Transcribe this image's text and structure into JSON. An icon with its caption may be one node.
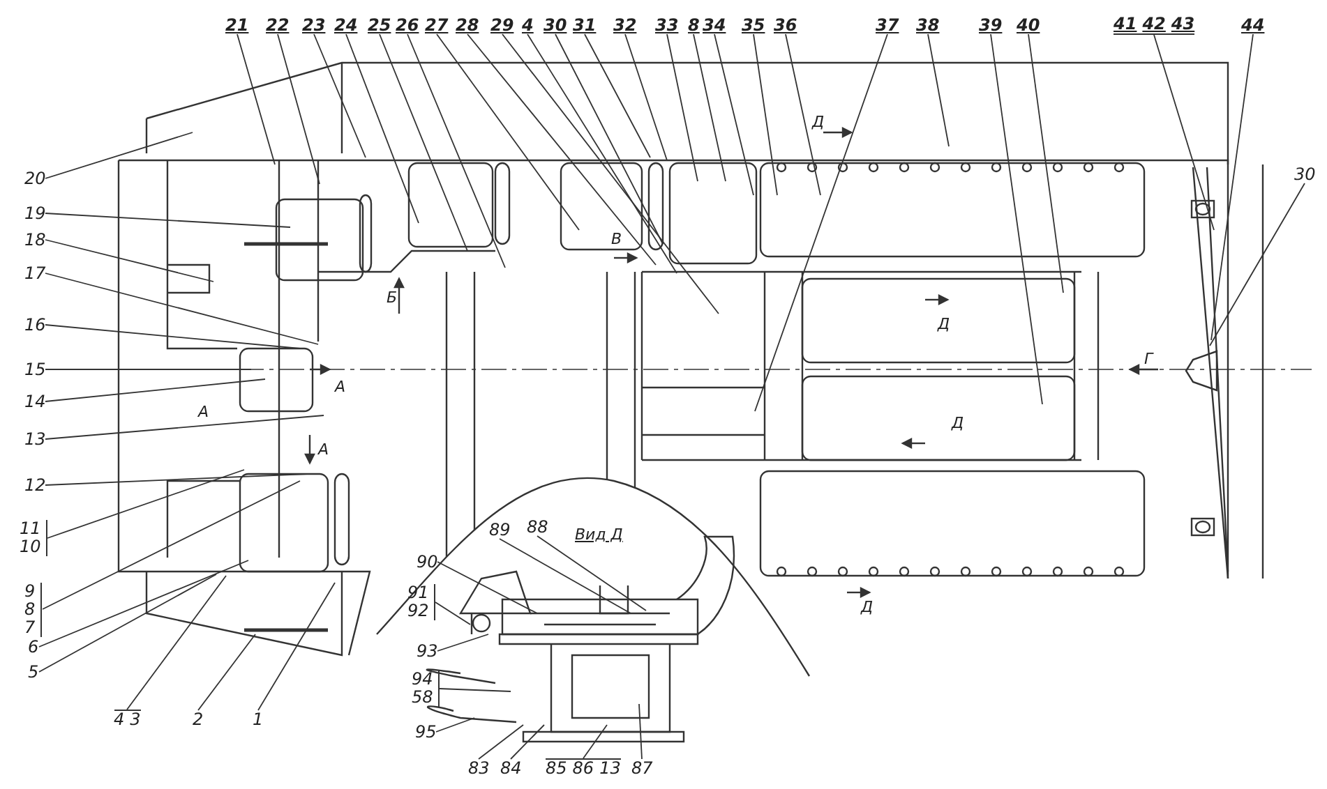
{
  "diagram": {
    "nodes": [
      {
        "text": [
          "21"
        ]
      },
      {
        "text": [
          "22"
        ]
      },
      {
        "text": [
          "23"
        ]
      },
      {
        "text": [
          "24"
        ]
      },
      {
        "text": [
          "25"
        ]
      },
      {
        "text": [
          "26"
        ]
      },
      {
        "text": [
          "27"
        ]
      },
      {
        "text": [
          "28"
        ]
      },
      {
        "text": [
          "29"
        ]
      },
      {
        "text": [
          "4"
        ]
      },
      {
        "text": [
          "30"
        ]
      },
      {
        "text": [
          "31"
        ]
      },
      {
        "text": [
          "32"
        ]
      },
      {
        "text": [
          "33"
        ]
      },
      {
        "text": [
          "8"
        ]
      },
      {
        "text": [
          "34"
        ]
      },
      {
        "text": [
          "35"
        ]
      },
      {
        "text": [
          "36"
        ]
      },
      {
        "text": [
          "37"
        ]
      },
      {
        "text": [
          "38"
        ]
      },
      {
        "text": [
          "39"
        ]
      },
      {
        "text": [
          "40"
        ]
      },
      {
        "text": [
          "41",
          "42",
          "43"
        ]
      },
      {
        "text": [
          "44"
        ]
      },
      {
        "text": [
          "30"
        ]
      },
      {
        "text": [
          "20"
        ]
      },
      {
        "text": [
          "19"
        ]
      },
      {
        "text": [
          "18"
        ]
      },
      {
        "text": [
          "17"
        ]
      },
      {
        "text": [
          "16"
        ]
      },
      {
        "text": [
          "15"
        ]
      },
      {
        "text": [
          "14"
        ]
      },
      {
        "text": [
          "13"
        ]
      },
      {
        "text": [
          "12"
        ]
      },
      {
        "text": [
          "11",
          "10"
        ]
      },
      {
        "text": [
          "9",
          "8",
          "7"
        ]
      },
      {
        "text": [
          "6"
        ]
      },
      {
        "text": [
          "5"
        ]
      },
      {
        "text": [
          "4",
          "3"
        ]
      },
      {
        "text": [
          "2"
        ]
      },
      {
        "text": [
          "1"
        ]
      },
      {
        "text": [
          "89"
        ]
      },
      {
        "text": [
          "88"
        ]
      },
      {
        "text": [
          "90"
        ]
      },
      {
        "text": [
          "91",
          "92"
        ]
      },
      {
        "text": [
          "93"
        ]
      },
      {
        "text": [
          "94",
          "58"
        ]
      },
      {
        "text": [
          "95"
        ]
      },
      {
        "text": [
          "83"
        ]
      },
      {
        "text": [
          "84"
        ]
      },
      {
        "text": [
          "85",
          "86",
          "13"
        ]
      },
      {
        "text": [
          "87"
        ]
      }
    ],
    "edges": [
      {
        "from": 0,
        "to": null,
        "arrow": "none"
      },
      {
        "from": 1,
        "to": null,
        "arrow": "none"
      },
      {
        "from": 2,
        "to": null,
        "arrow": "none"
      },
      {
        "from": 3,
        "to": null,
        "arrow": "none"
      },
      {
        "from": 4,
        "to": null,
        "arrow": "none"
      },
      {
        "from": 5,
        "to": null,
        "arrow": "none"
      },
      {
        "from": 6,
        "to": null,
        "arrow": "none"
      },
      {
        "from": 7,
        "to": null,
        "arrow": "none"
      },
      {
        "from": 8,
        "to": null,
        "arrow": "none"
      },
      {
        "from": 9,
        "to": null,
        "arrow": "none"
      },
      {
        "from": 10,
        "to": null,
        "arrow": "none"
      },
      {
        "from": 11,
        "to": null,
        "arrow": "none"
      },
      {
        "from": 12,
        "to": null,
        "arrow": "none"
      },
      {
        "from": 13,
        "to": null,
        "arrow": "none"
      },
      {
        "from": 14,
        "to": null,
        "arrow": "none"
      },
      {
        "from": 15,
        "to": null,
        "arrow": "none"
      },
      {
        "from": 16,
        "to": null,
        "arrow": "none"
      },
      {
        "from": 17,
        "to": null,
        "arrow": "none"
      },
      {
        "from": 18,
        "to": null,
        "arrow": "none"
      },
      {
        "from": 19,
        "to": null,
        "arrow": "none"
      },
      {
        "from": 20,
        "to": null,
        "arrow": "none"
      },
      {
        "from": 21,
        "to": null,
        "arrow": "none"
      },
      {
        "from": 22,
        "to": null,
        "arrow": "none"
      },
      {
        "from": 23,
        "to": null,
        "arrow": "none"
      },
      {
        "from": 24,
        "to": null,
        "arrow": "none"
      },
      {
        "from": 25,
        "to": null,
        "arrow": "none"
      },
      {
        "from": 26,
        "to": null,
        "arrow": "none"
      },
      {
        "from": 27,
        "to": null,
        "arrow": "none"
      },
      {
        "from": 28,
        "to": null,
        "arrow": "none"
      },
      {
        "from": 29,
        "to": null,
        "arrow": "none"
      },
      {
        "from": 30,
        "to": null,
        "arrow": "none"
      },
      {
        "from": 31,
        "to": null,
        "arrow": "none"
      },
      {
        "from": 32,
        "to": null,
        "arrow": "none"
      },
      {
        "from": 33,
        "to": null,
        "arrow": "none"
      },
      {
        "from": 34,
        "to": null,
        "arrow": "none"
      },
      {
        "from": 35,
        "to": null,
        "arrow": "none"
      },
      {
        "from": 36,
        "to": null,
        "arrow": "none"
      },
      {
        "from": 37,
        "to": null,
        "arrow": "none"
      },
      {
        "from": 38,
        "to": null,
        "arrow": "none"
      },
      {
        "from": 39,
        "to": null,
        "arrow": "none"
      },
      {
        "from": 40,
        "to": null,
        "arrow": "none"
      },
      {
        "from": 41,
        "to": null,
        "arrow": "none"
      },
      {
        "from": 42,
        "to": null,
        "arrow": "none"
      },
      {
        "from": 43,
        "to": null,
        "arrow": "none"
      },
      {
        "from": 44,
        "to": null,
        "arrow": "none"
      },
      {
        "from": 45,
        "to": null,
        "arrow": "none"
      },
      {
        "from": 46,
        "to": null,
        "arrow": "none"
      },
      {
        "from": 47,
        "to": null,
        "arrow": "none"
      },
      {
        "from": 48,
        "to": null,
        "arrow": "none"
      },
      {
        "from": 49,
        "to": null,
        "arrow": "none"
      },
      {
        "from": 50,
        "to": null,
        "arrow": "none"
      },
      {
        "from": 51,
        "to": null,
        "arrow": "none"
      }
    ],
    "labels": [
      "Д",
      "В",
      "Б",
      "Д",
      "А",
      "А",
      "А",
      "Г",
      "Д",
      "Вид Д",
      "Д"
    ]
  }
}
